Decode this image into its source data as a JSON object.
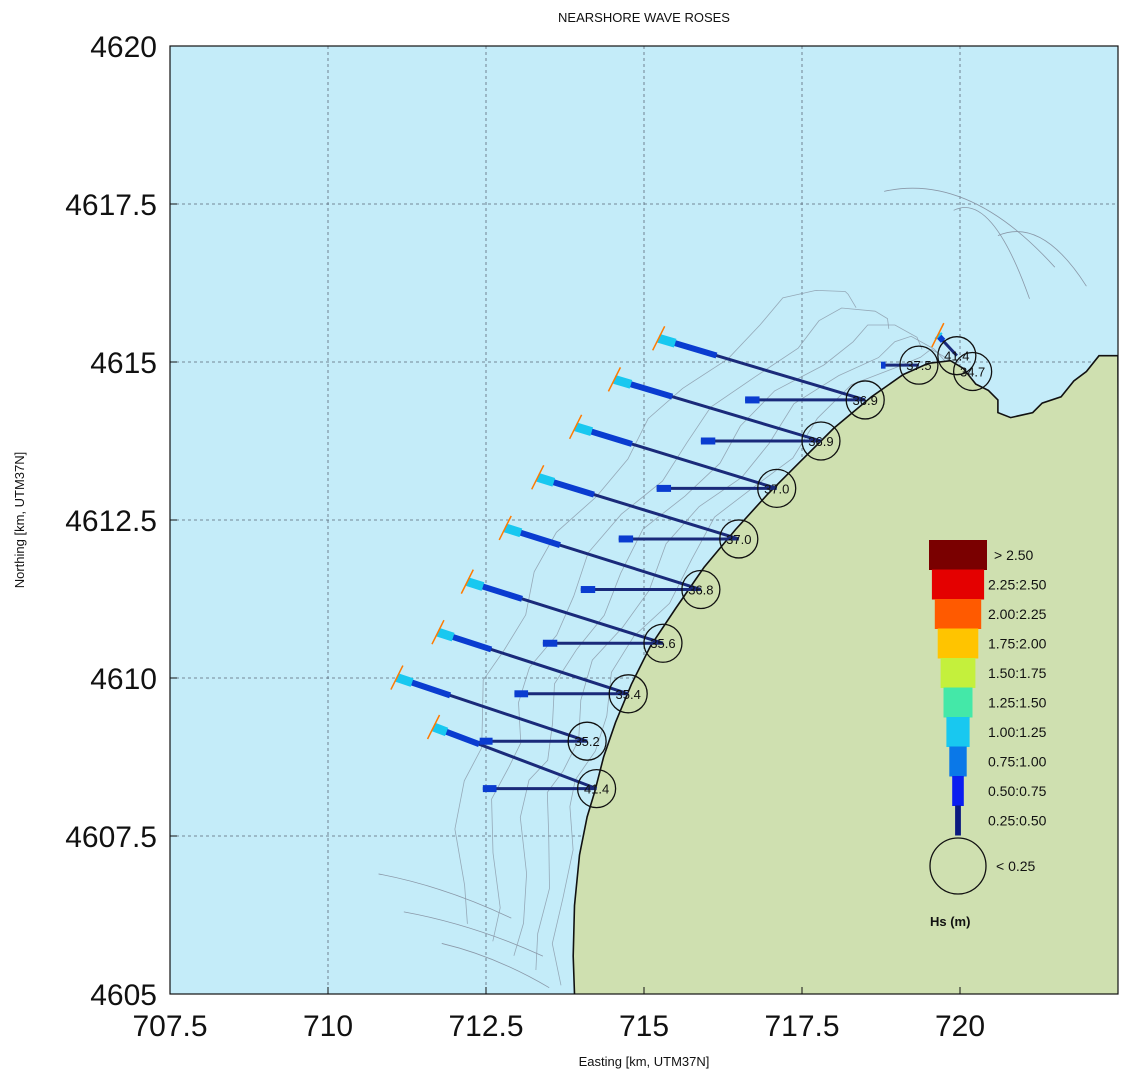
{
  "chart_data": {
    "type": "map",
    "title": "NEARSHORE WAVE ROSES",
    "xlabel": "Easting  [km, UTM37N]",
    "ylabel": "Northing [km, UTM37N]",
    "xlim": [
      707.5,
      722.5
    ],
    "ylim": [
      4605,
      4620
    ],
    "xticks": [
      "707.5",
      "710",
      "712.5",
      "715",
      "717.5",
      "720"
    ],
    "yticks": [
      "4605",
      "4607.5",
      "4610",
      "4612.5",
      "4615",
      "4617.5",
      "4620"
    ],
    "grid": true,
    "colors": {
      "sea": "#c4ecf9",
      "land": "#cfe0b0",
      "ray": "#1a2a7a",
      "contour": "#8a98a8"
    },
    "roses": [
      {
        "label": "41.4",
        "x": 714.25,
        "y": 4608.25
      },
      {
        "label": "35.2",
        "x": 714.1,
        "y": 4609.0
      },
      {
        "label": "35.4",
        "x": 714.75,
        "y": 4609.75
      },
      {
        "label": "35.6",
        "x": 715.3,
        "y": 4610.55
      },
      {
        "label": "36.8",
        "x": 715.9,
        "y": 4611.4
      },
      {
        "label": "37.0",
        "x": 716.5,
        "y": 4612.2
      },
      {
        "label": "37.0",
        "x": 717.1,
        "y": 4613.0
      },
      {
        "label": "36.9",
        "x": 717.8,
        "y": 4613.75
      },
      {
        "label": "36.9",
        "x": 718.5,
        "y": 4614.4
      },
      {
        "label": "37.5",
        "x": 719.35,
        "y": 4614.95
      },
      {
        "label": "41.4",
        "x": 719.95,
        "y": 4615.1
      },
      {
        "label": "34.7",
        "x": 720.2,
        "y": 4614.85
      }
    ],
    "legend": {
      "title": "Hs (m)",
      "entries": [
        {
          "label": "> 2.50",
          "color": "#7a0000"
        },
        {
          "label": "2.25:2.50",
          "color": "#e40000"
        },
        {
          "label": "2.00:2.25",
          "color": "#ff5a00"
        },
        {
          "label": "1.75:2.00",
          "color": "#ffc400"
        },
        {
          "label": "1.50:1.75",
          "color": "#c4f03c"
        },
        {
          "label": "1.25:1.50",
          "color": "#44e8a8"
        },
        {
          "label": "1.00:1.25",
          "color": "#18c8f0"
        },
        {
          "label": "0.75:1.00",
          "color": "#0a78e8"
        },
        {
          "label": "0.50:0.75",
          "color": "#0a1ef0"
        },
        {
          "label": "0.25:0.50",
          "color": "#0a1a80"
        },
        {
          "label": "< 0.25",
          "color": "#ffffff"
        }
      ]
    }
  }
}
